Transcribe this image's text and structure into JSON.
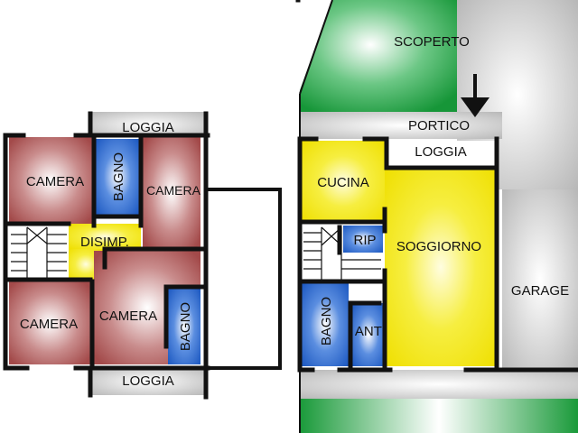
{
  "upper_floor": {
    "loggia_top": "LOGGIA",
    "camera_top_left": "CAMERA",
    "bagno_top": "BAGNO",
    "camera_top_right": "CAMERA",
    "disimpegno": "DISIMP.",
    "camera_bottom_left": "CAMERA",
    "camera_bottom_center": "CAMERA",
    "bagno_bottom": "BAGNO",
    "loggia_bottom": "LOGGIA"
  },
  "ground_floor": {
    "scoperto": "SCOPERTO",
    "portico": "PORTICO",
    "loggia": "LOGGIA",
    "cucina": "CUCINA",
    "ripostiglio": "RIP",
    "soggiorno": "SOGGIORNO",
    "bagno": "BAGNO",
    "anti": "ANTI",
    "garage": "GARAGE"
  },
  "colors": {
    "camera": "#a85050",
    "bagno": "#1f5fc4",
    "disimpegno": "#f2e400",
    "cucina": "#f2e400",
    "soggiorno": "#f2e400",
    "garden": "#1e9e3e",
    "paving": "#c8c8c8",
    "wall": "#111111"
  }
}
